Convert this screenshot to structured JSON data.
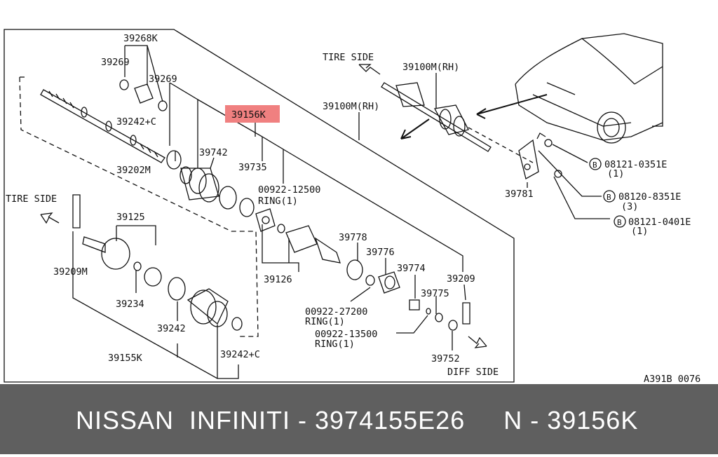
{
  "labels": {
    "p39268K": "39268K",
    "p39269a": "39269",
    "p39269b": "39269",
    "p39242C_top": "39242+C",
    "p39202M": "39202M",
    "p39742": "39742",
    "p39156K": "39156K",
    "p39735": "39735",
    "p00922_12500": "00922-12500",
    "ring1a": "RING(1)",
    "tire_side_left": "TIRE SIDE",
    "p39125": "39125",
    "p39209M": "39209M",
    "p39234": "39234",
    "p39242": "39242",
    "p39155K": "39155K",
    "p39242C_bottom": "39242+C",
    "p39126": "39126",
    "p39778": "39778",
    "p39776": "39776",
    "p39774": "39774",
    "p39775": "39775",
    "p39209": "39209",
    "p00922_27200": "00922-27200",
    "ring1b": "RING(1)",
    "p00922_13500": "00922-13500",
    "ring1c": "RING(1)",
    "p39752": "39752",
    "diff_side": "DIFF SIDE",
    "tire_side_top": "TIRE SIDE",
    "p39100M_a": "39100M(RH)",
    "p39100M_b": "39100M(RH)",
    "p39781": "39781",
    "bolt1": "08121-0351E",
    "bolt1_qty": "(1)",
    "bolt2": "08120-8351E",
    "bolt2_qty": "(3)",
    "bolt3": "08121-0401E",
    "bolt3_qty": "(1)",
    "bolt_marker": "B",
    "diagram_code": "A391B 0076"
  },
  "highlight_color": "#f08080",
  "footer": {
    "text": "NISSAN  INFINITI - 3974155E26     N - 39156K"
  }
}
